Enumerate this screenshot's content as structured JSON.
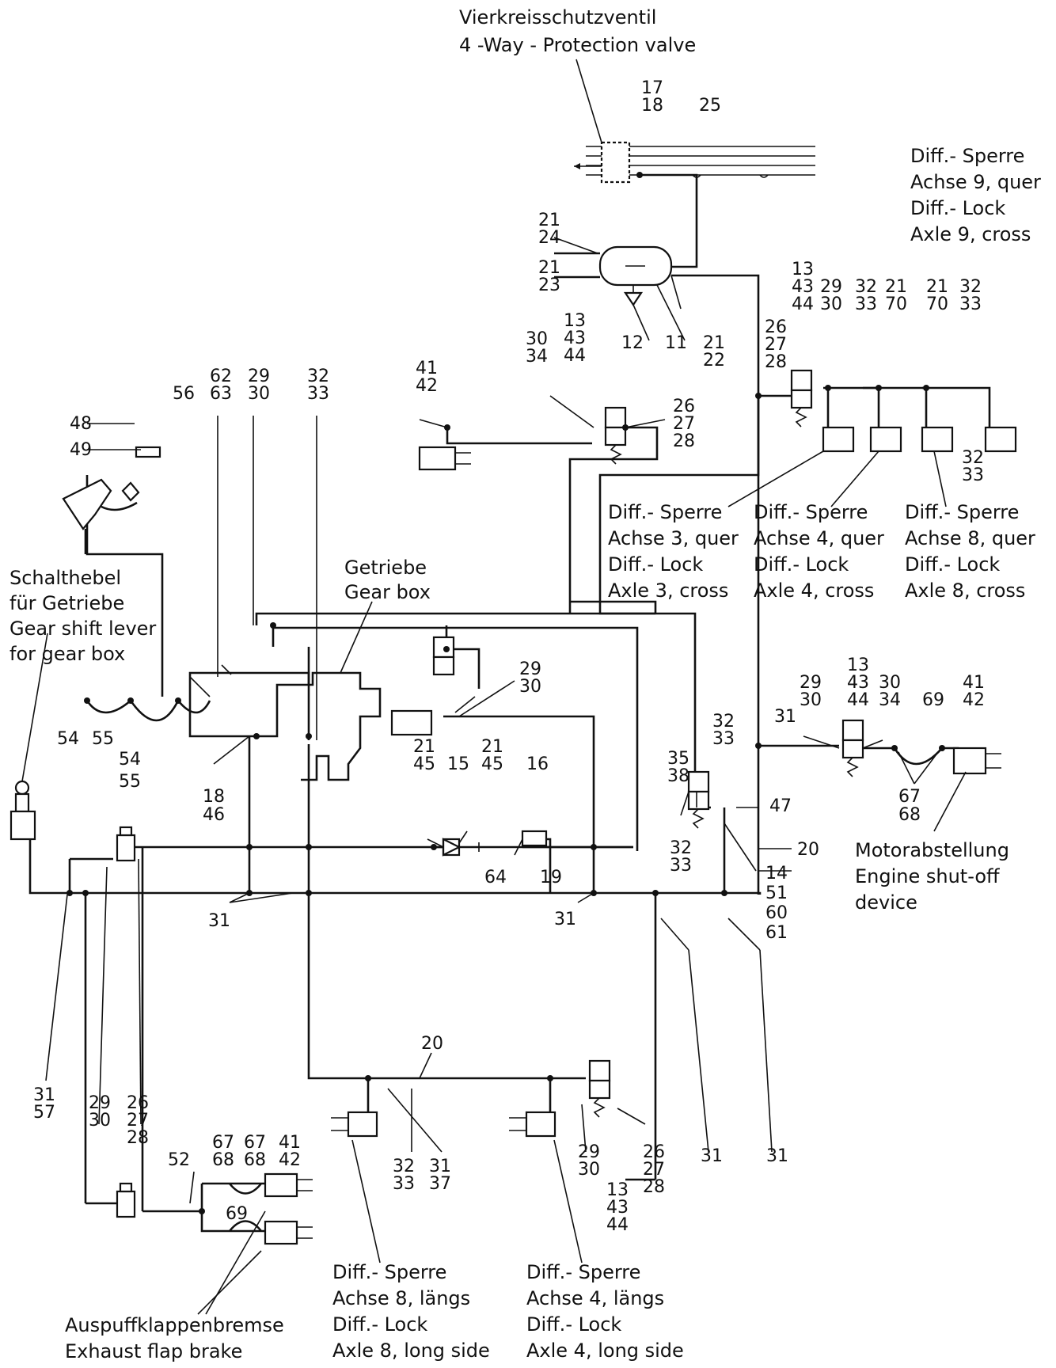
{
  "labels": {
    "protection_valve_de": "Vierkreisschutzventil",
    "protection_valve_en": "4 -Way - Protection valve",
    "gear_box_de": "Getriebe",
    "gear_box_en": "Gear box",
    "shift_1": "Schalthebel",
    "shift_2": "für Getriebe",
    "shift_3": "Gear shift lever",
    "shift_4": "for gear box",
    "exhaust_de": "Auspuffklappenbremse",
    "exhaust_en": "Exhaust  flap  brake",
    "engine_de": "Motorabstellung",
    "engine_en": "Engine shut-off",
    "engine_en2": "device",
    "axle9_1": "Diff.- Sperre",
    "axle9_2": "Achse 9, quer",
    "axle9_3": "Diff.- Lock",
    "axle9_4": "Axle 9, cross",
    "axle3_1": "Diff.- Sperre",
    "axle3_2": "Achse 3, quer",
    "axle3_3": "Diff.- Lock",
    "axle3_4": "Axle 3, cross",
    "axle4q_1": "Diff.- Sperre",
    "axle4q_2": "Achse 4, quer",
    "axle4q_3": "Diff.- Lock",
    "axle4q_4": "Axle 4, cross",
    "axle8q_1": "Diff.- Sperre",
    "axle8q_2": "Achse 8, quer",
    "axle8q_3": "Diff.- Lock",
    "axle8q_4": "Axle 8, cross",
    "axle8l_1": "Diff.- Sperre",
    "axle8l_2": "Achse 8,  längs",
    "axle8l_3": "Diff.- Lock",
    "axle8l_4": "Axle 8, long side",
    "axle4l_1": "Diff.- Sperre",
    "axle4l_2": "Achse 4,  längs",
    "axle4l_3": "Diff.- Lock",
    "axle4l_4": "Axle 4, long side"
  },
  "numbers": {
    "n17": "17",
    "n18": "18",
    "n25": "25",
    "n21a": "21",
    "n24": "24",
    "n21b": "21",
    "n23": "23",
    "n12": "12",
    "n11": "11",
    "n21c": "21",
    "n22": "22",
    "n41a": "41",
    "n42a": "42",
    "n30a": "30",
    "n34a": "34",
    "n13a": "13",
    "n43a": "43",
    "n44a": "44",
    "n26a": "26",
    "n27a": "27",
    "n28a": "28",
    "n48": "48",
    "n49": "49",
    "n56": "56",
    "n62": "62",
    "n63": "63",
    "n29a": "29",
    "n30b": "30",
    "n32a": "32",
    "n33a": "33",
    "n13b": "13",
    "n43b": "43",
    "n44b": "44",
    "n29b": "29",
    "n30c": "30",
    "n32b": "32",
    "n33b": "33",
    "n21d": "21",
    "n70a": "70",
    "n21e": "21",
    "n70b": "70",
    "n32c": "32",
    "n33c": "33",
    "n26b": "26",
    "n27b": "27",
    "n28b": "28",
    "n32d": "32",
    "n33d": "33",
    "n29c": "29",
    "n30d": "30",
    "n54a": "54",
    "n55a": "55",
    "n54b": "54",
    "n55b": "55",
    "n18b": "18",
    "n46": "46",
    "n21f": "21",
    "n45a": "45",
    "n15": "15",
    "n21g": "21",
    "n45b": "45",
    "n16": "16",
    "n64": "64",
    "n19": "19",
    "n35": "35",
    "n38": "38",
    "n32e": "32",
    "n33e": "33",
    "n32f": "32",
    "n33f": "33",
    "n47": "47",
    "n20a": "20",
    "n14": "14",
    "n51": "51",
    "n60": "60",
    "n61": "61",
    "n31a": "31",
    "n13c": "13",
    "n43c": "43",
    "n44c": "44",
    "n29d": "29",
    "n30e": "30",
    "n30f": "30",
    "n34b": "34",
    "n69a": "69",
    "n41b": "41",
    "n42b": "42",
    "n67a": "67",
    "n68a": "68",
    "n31b": "31",
    "n31c": "31",
    "n31d": "31",
    "n57": "57",
    "n29e": "29",
    "n30g": "30",
    "n26c": "26",
    "n27c": "27",
    "n28c": "28",
    "n52": "52",
    "n67b": "67",
    "n68b": "68",
    "n67c": "67",
    "n68c": "68",
    "n41c": "41",
    "n42c": "42",
    "n69b": "69",
    "n20b": "20",
    "n32g": "32",
    "n33g": "33",
    "n31e": "31",
    "n37": "37",
    "n29f": "29",
    "n30h": "30",
    "n13d": "13",
    "n43d": "43",
    "n44d": "44",
    "n26d": "26",
    "n27d": "27",
    "n28d": "28",
    "n31f": "31",
    "n31g": "31"
  },
  "icons": [
    "air-reservoir",
    "solenoid-valve",
    "check-valve",
    "brake-cylinder",
    "pedal",
    "gear-shift-lever",
    "gear-box",
    "pressure-switch"
  ]
}
